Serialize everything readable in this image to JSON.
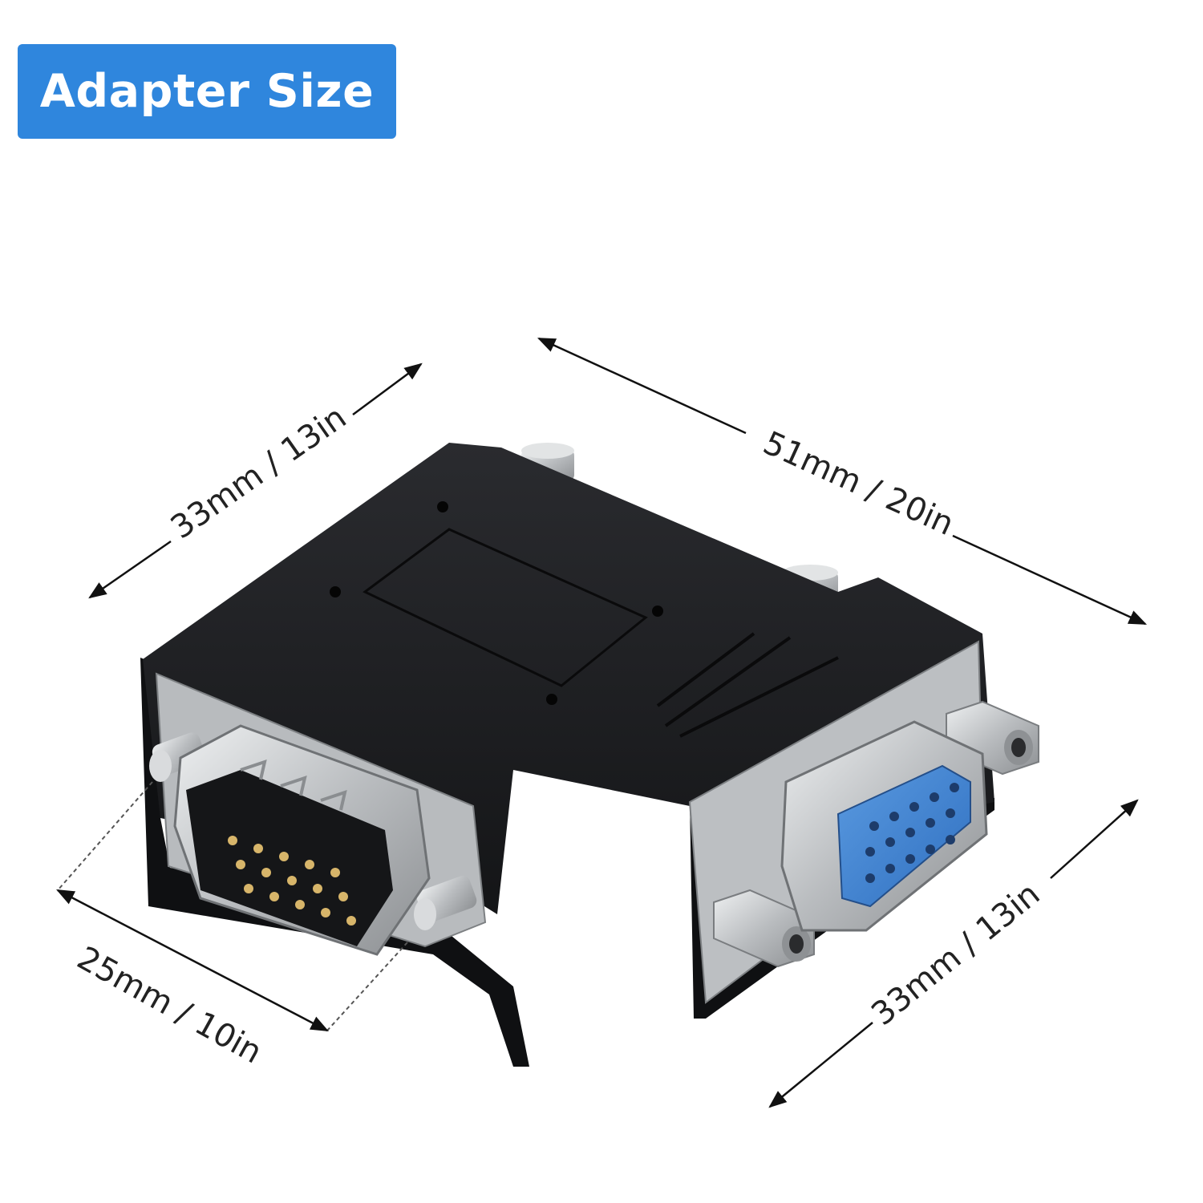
{
  "title": "Adapter Size",
  "dimensions": {
    "top_left": "33mm / 13in",
    "top_right": "51mm / 20in",
    "bottom_left": "25mm / 10in",
    "bottom_right": "33mm / 13in"
  },
  "colors": {
    "badge": "#2f86dd",
    "body": "#1c1d20",
    "metal": "#c9ccce",
    "blue_insert": "#3d7fd0"
  }
}
